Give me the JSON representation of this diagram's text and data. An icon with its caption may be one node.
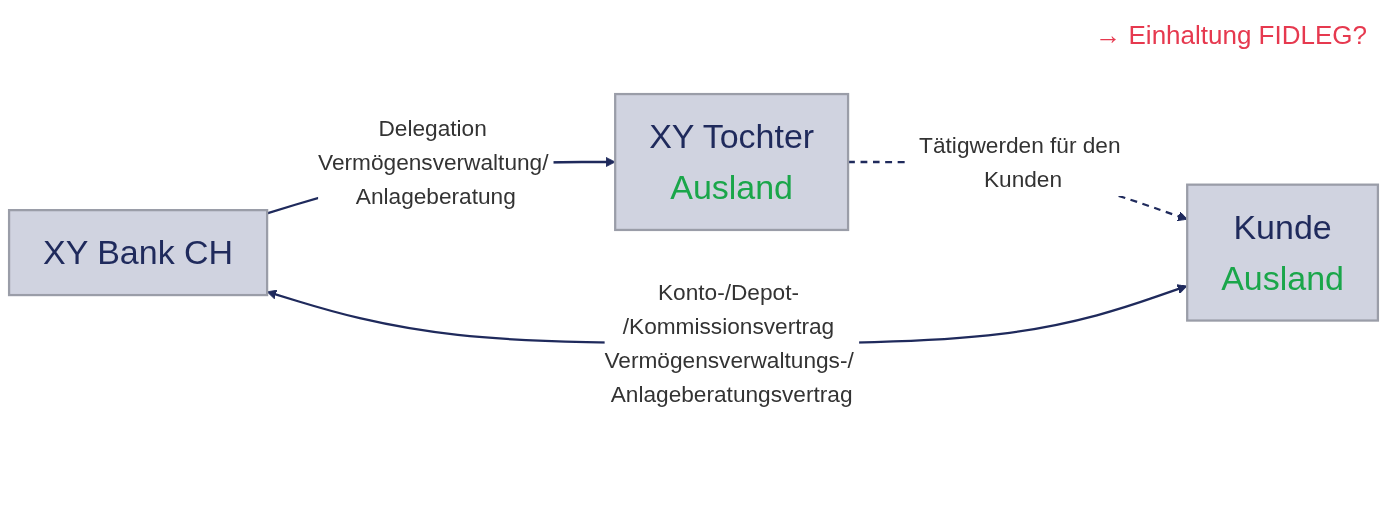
{
  "diagram": {
    "nodes": [
      {
        "text": [
          "XY Bank CH"
        ]
      },
      {
        "text": [
          "XY Tochter",
          "Ausland"
        ]
      },
      {
        "text": [
          "Kunde",
          "Ausland"
        ]
      }
    ],
    "edges": [
      {
        "from": 0,
        "to": 1,
        "arrow": "to",
        "label": "Delegation Vermögensverwaltung/ Anlageberatung"
      },
      {
        "from": 1,
        "to": 2,
        "arrow": "to",
        "style": "dashed",
        "label": "Tätigwerden für den Kunden"
      },
      {
        "from": 2,
        "to": 0,
        "arrow": "both",
        "label": "Konto-/Depot- /Kommissionsvertrag Vermögensverwaltungs-/ Anlageberatungsvertrag"
      }
    ],
    "labels": [
      "→ Einhaltung FIDLEG?"
    ]
  }
}
